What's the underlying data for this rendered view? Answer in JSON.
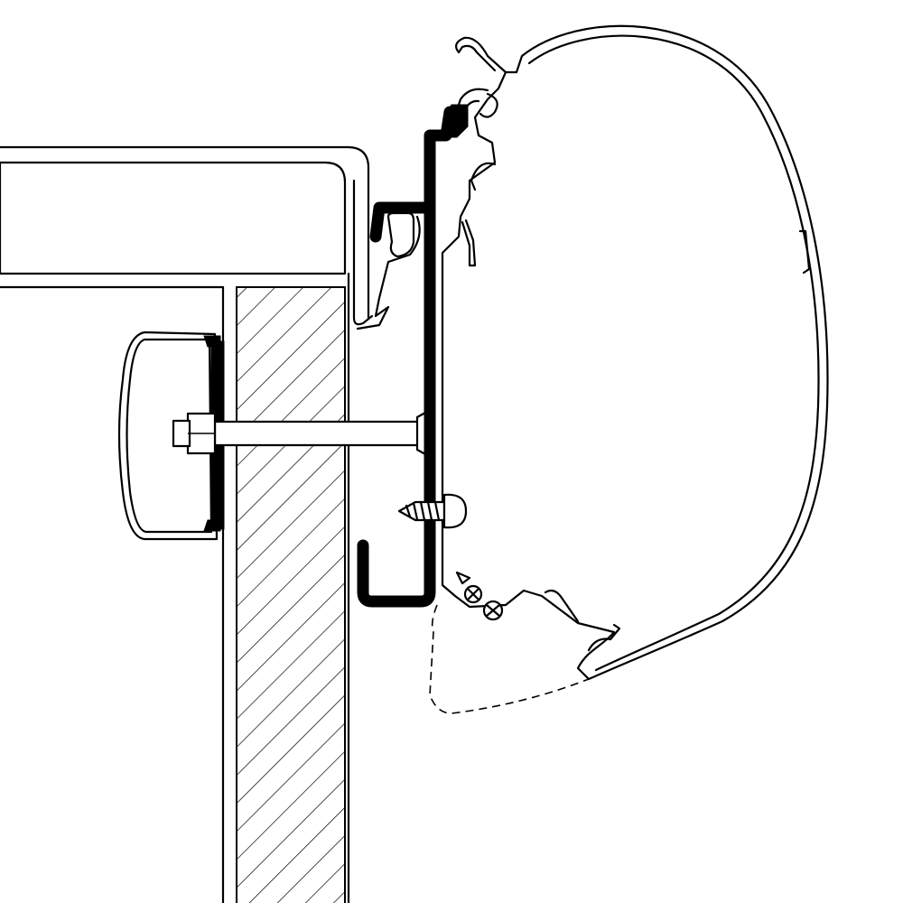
{
  "diagram": {
    "colors": {
      "line": "#000000",
      "background": "#ffffff",
      "bracket": "#000000"
    },
    "components": [
      "roof-panel",
      "wall-panel",
      "backing-plate",
      "bolt",
      "adapter-bracket",
      "awning-housing",
      "screw",
      "awning-rail-outline"
    ]
  }
}
